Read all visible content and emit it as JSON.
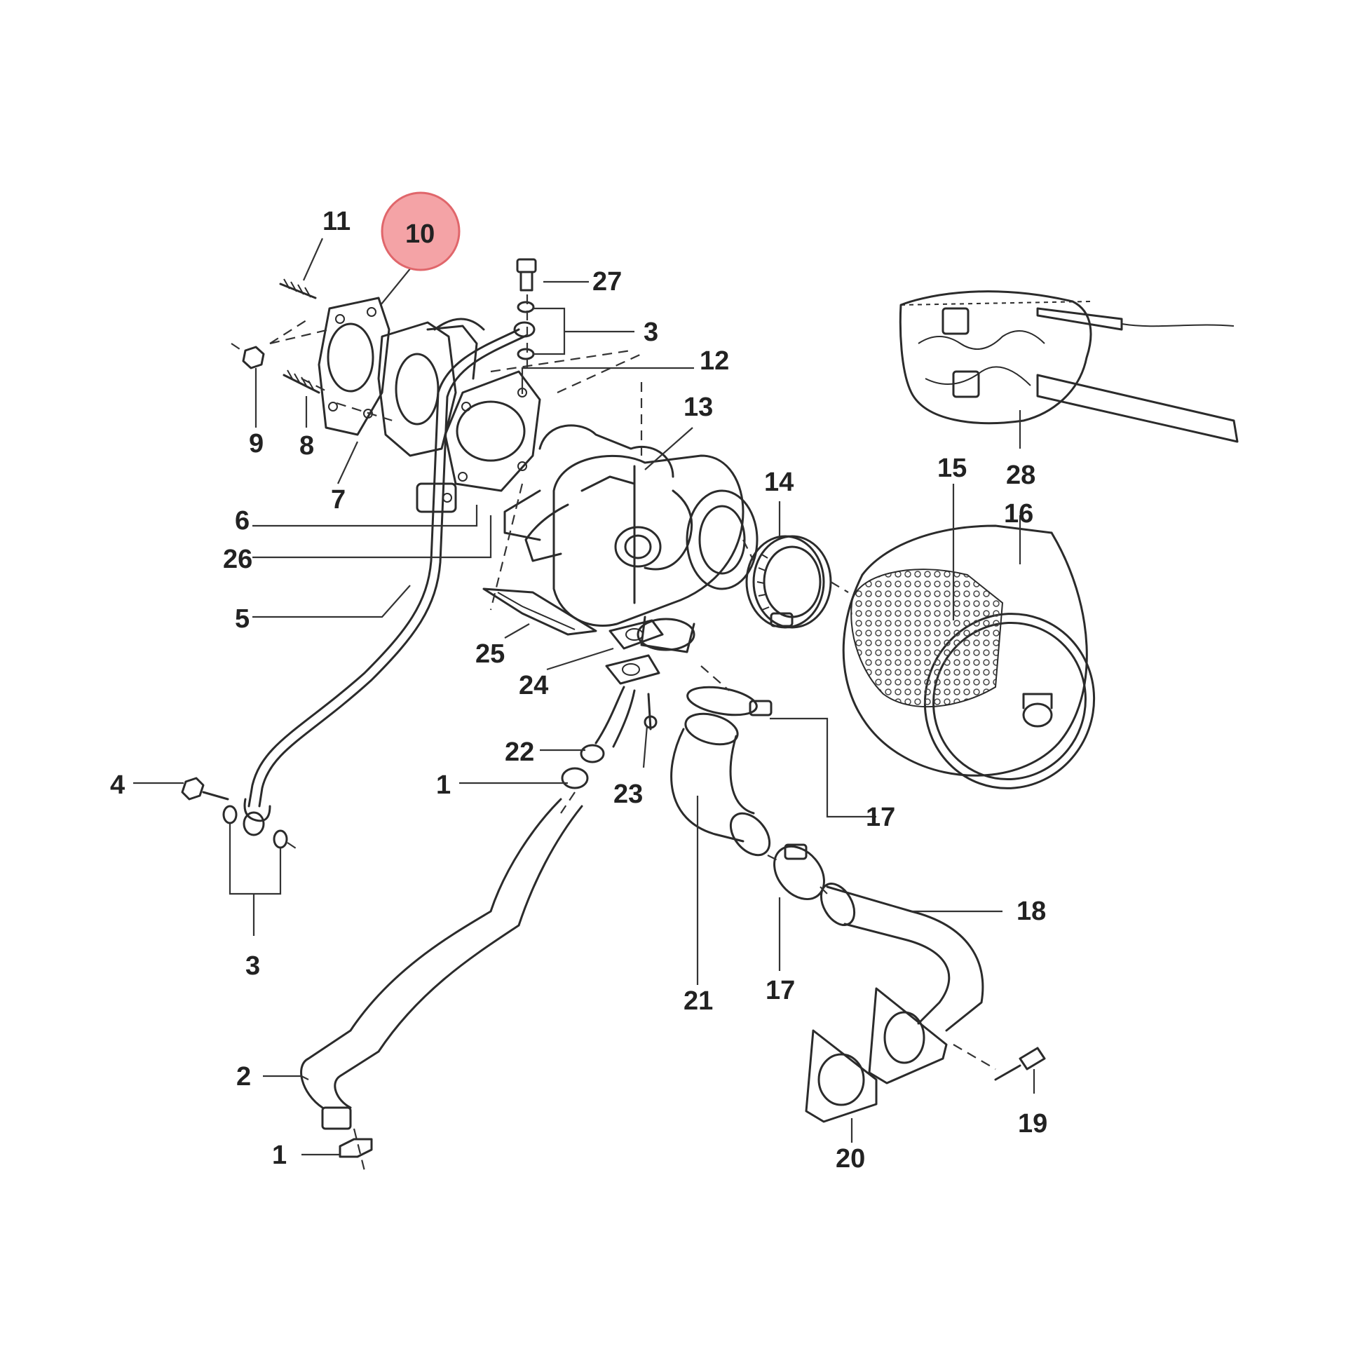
{
  "colors": {
    "highlight_fill": "#f4a3a6",
    "highlight_stroke": "#e0666b",
    "ink": "#222222"
  },
  "highlighted_part": "10",
  "callouts": [
    {
      "id": "c11",
      "label": "11"
    },
    {
      "id": "c10",
      "label": "10",
      "highlighted": true
    },
    {
      "id": "c27",
      "label": "27"
    },
    {
      "id": "c3a",
      "label": "3"
    },
    {
      "id": "c12",
      "label": "12"
    },
    {
      "id": "c13",
      "label": "13"
    },
    {
      "id": "c9",
      "label": "9"
    },
    {
      "id": "c8",
      "label": "8"
    },
    {
      "id": "c7",
      "label": "7"
    },
    {
      "id": "c6",
      "label": "6"
    },
    {
      "id": "c26",
      "label": "26"
    },
    {
      "id": "c5",
      "label": "5"
    },
    {
      "id": "c14",
      "label": "14"
    },
    {
      "id": "c15",
      "label": "15"
    },
    {
      "id": "c16",
      "label": "16"
    },
    {
      "id": "c28",
      "label": "28"
    },
    {
      "id": "c25",
      "label": "25"
    },
    {
      "id": "c24",
      "label": "24"
    },
    {
      "id": "c22",
      "label": "22"
    },
    {
      "id": "c23",
      "label": "23"
    },
    {
      "id": "c1a",
      "label": "1"
    },
    {
      "id": "c4",
      "label": "4"
    },
    {
      "id": "c3b",
      "label": "3"
    },
    {
      "id": "c17a",
      "label": "17"
    },
    {
      "id": "c21",
      "label": "21"
    },
    {
      "id": "c17b",
      "label": "17"
    },
    {
      "id": "c18",
      "label": "18"
    },
    {
      "id": "c2",
      "label": "2"
    },
    {
      "id": "c1b",
      "label": "1"
    },
    {
      "id": "c19",
      "label": "19"
    },
    {
      "id": "c20",
      "label": "20"
    }
  ]
}
